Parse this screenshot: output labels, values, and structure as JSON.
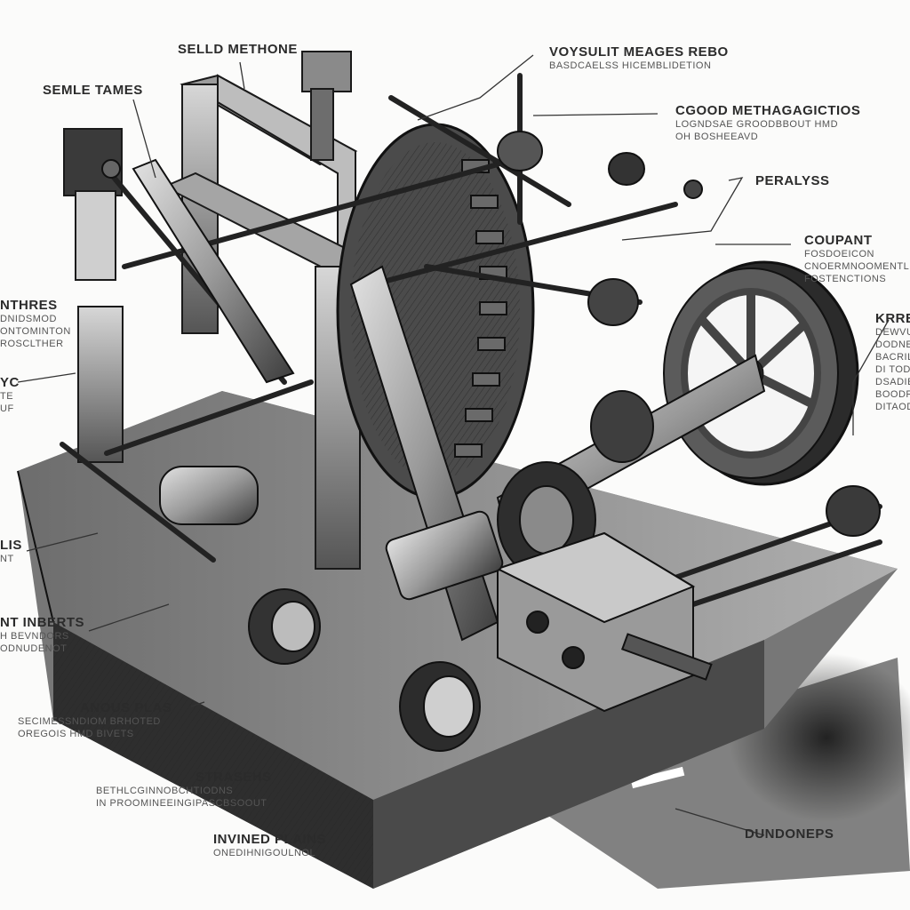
{
  "labels": {
    "solid_machine": {
      "title": "SELLD METHONE",
      "lines": []
    },
    "simple_frames": {
      "title": "SEMLE TAMES",
      "lines": []
    },
    "vertical_measures": {
      "title": "VOYSULIT MEAGES REBO",
      "lines": [
        "BASDCAELSS HICEMBLIDETION"
      ]
    },
    "good_mechanics": {
      "title": "CGOOD METHAGAGICTIOS",
      "lines": [
        "LOGNDSAE GROODBBOUT HMD",
        "OH BOSHEEAVD"
      ]
    },
    "peralyss": {
      "title": "PERALYSS",
      "lines": []
    },
    "coupant": {
      "title": "COUPANT",
      "lines": [
        "FOSDOEICON",
        "CNOERMNOOMENTL",
        "FOSTENCTIONS"
      ]
    },
    "krre": {
      "title": "KRRE",
      "lines": [
        "DEWVU",
        "DODNEDO",
        "BACRILS",
        "DI TODE",
        "DSADIENS",
        "BOODRIOC",
        "DITAOD"
      ]
    },
    "left_upper": {
      "title": "NTHRES",
      "lines": [
        "DNIDSMOD",
        "ONTOMINTON",
        "ROSCLTHER"
      ]
    },
    "left_mid": {
      "title": "YC",
      "lines": [
        "TE",
        "UF"
      ]
    },
    "left_low": {
      "title": "LIS",
      "lines": [
        "NT"
      ]
    },
    "inserts": {
      "title": "NT INBERTS",
      "lines": [
        "H BEVNDORS",
        "ODNUDENOT"
      ]
    },
    "anous_plas": {
      "title": "ANOUS PLAS",
      "lines": [
        "SECIMESSNDIOM BRHOTED",
        "OREGOIS HMD BIVETS"
      ]
    },
    "strasehs": {
      "title": "STRASEHS",
      "lines": [
        "BETHLCGINNOBCHTIODNS",
        "IN PROOMINEEINGIPASCBSOOUT"
      ]
    },
    "invined_plains": {
      "title": "INVINED PLAINS",
      "lines": [
        "ONEDIHNIGOULNOL"
      ]
    },
    "dundoneps": {
      "title": "DUNDONEPS",
      "lines": []
    }
  }
}
